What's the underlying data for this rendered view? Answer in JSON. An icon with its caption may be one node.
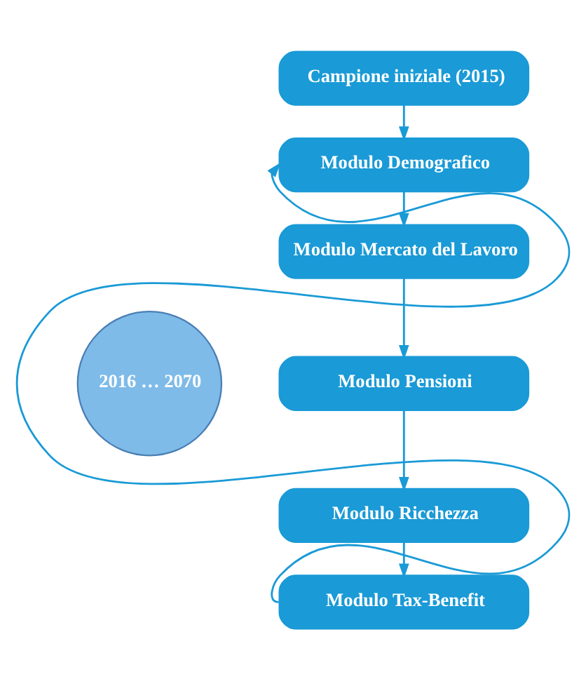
{
  "diagram": {
    "nodes": [
      {
        "text": [
          "Campione iniziale (2015)"
        ]
      },
      {
        "text": [
          "Modulo Demografico"
        ]
      },
      {
        "text": [
          "Modulo Mercato del Lavoro"
        ]
      },
      {
        "text": [
          "Modulo Pensioni"
        ]
      },
      {
        "text": [
          "Modulo Ricchezza"
        ]
      },
      {
        "text": [
          "Modulo Tax-Benefit"
        ]
      },
      {
        "text": [
          "2016 … 2070"
        ]
      }
    ],
    "edges": [
      {
        "from": 0,
        "to": 1,
        "arrow": "to"
      },
      {
        "from": 1,
        "to": 2,
        "arrow": "to"
      },
      {
        "from": 2,
        "to": 3,
        "arrow": "to"
      },
      {
        "from": 3,
        "to": 4,
        "arrow": "to"
      },
      {
        "from": 4,
        "to": 5,
        "arrow": "to"
      },
      {
        "from": 5,
        "to": 1,
        "arrow": "to"
      }
    ]
  }
}
